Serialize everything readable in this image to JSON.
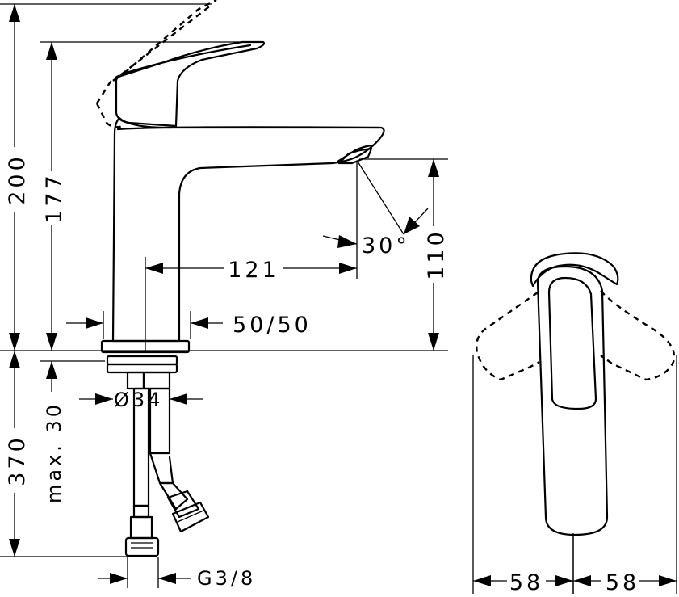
{
  "dimensions": {
    "total_height": "200",
    "spout_height": "177",
    "spout_reach": "121",
    "outlet_height": "110",
    "swivel_angle": "30°",
    "hole_spacing": "50/50",
    "hole_diameter": "Ø34",
    "max_thickness": "max. 30",
    "hose_length": "370",
    "connection": "G3/8",
    "handle_left": "58",
    "handle_right": "58"
  }
}
